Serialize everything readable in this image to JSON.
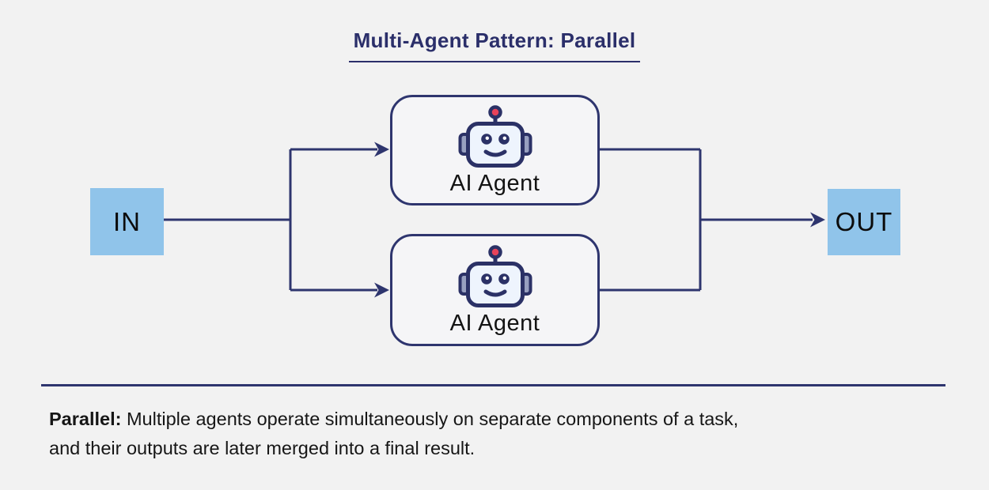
{
  "title": "Multi-Agent Pattern: Parallel",
  "diagram": {
    "input_label": "IN",
    "output_label": "OUT",
    "agents": [
      {
        "label": "AI Agent"
      },
      {
        "label": "AI Agent"
      }
    ]
  },
  "caption": {
    "lead": "Parallel:",
    "line1": "Multiple agents operate simultaneously on separate components of a task,",
    "line2": "and their outputs are later merged into a final result."
  },
  "colors": {
    "background": "#f2f2f2",
    "navy": "#2e356e",
    "title_navy": "#2b2f6a",
    "node_blue": "#90c4ea",
    "agent_box_fill": "#f5f5f7",
    "robot_head_fill": "#eef4fd",
    "robot_ear_fill": "#98a0c0",
    "robot_antenna_red": "#e8435a",
    "text": "#161616"
  },
  "icons": {
    "agent_icon": "robot-icon",
    "flow_arrows": "arrowhead-icon"
  }
}
